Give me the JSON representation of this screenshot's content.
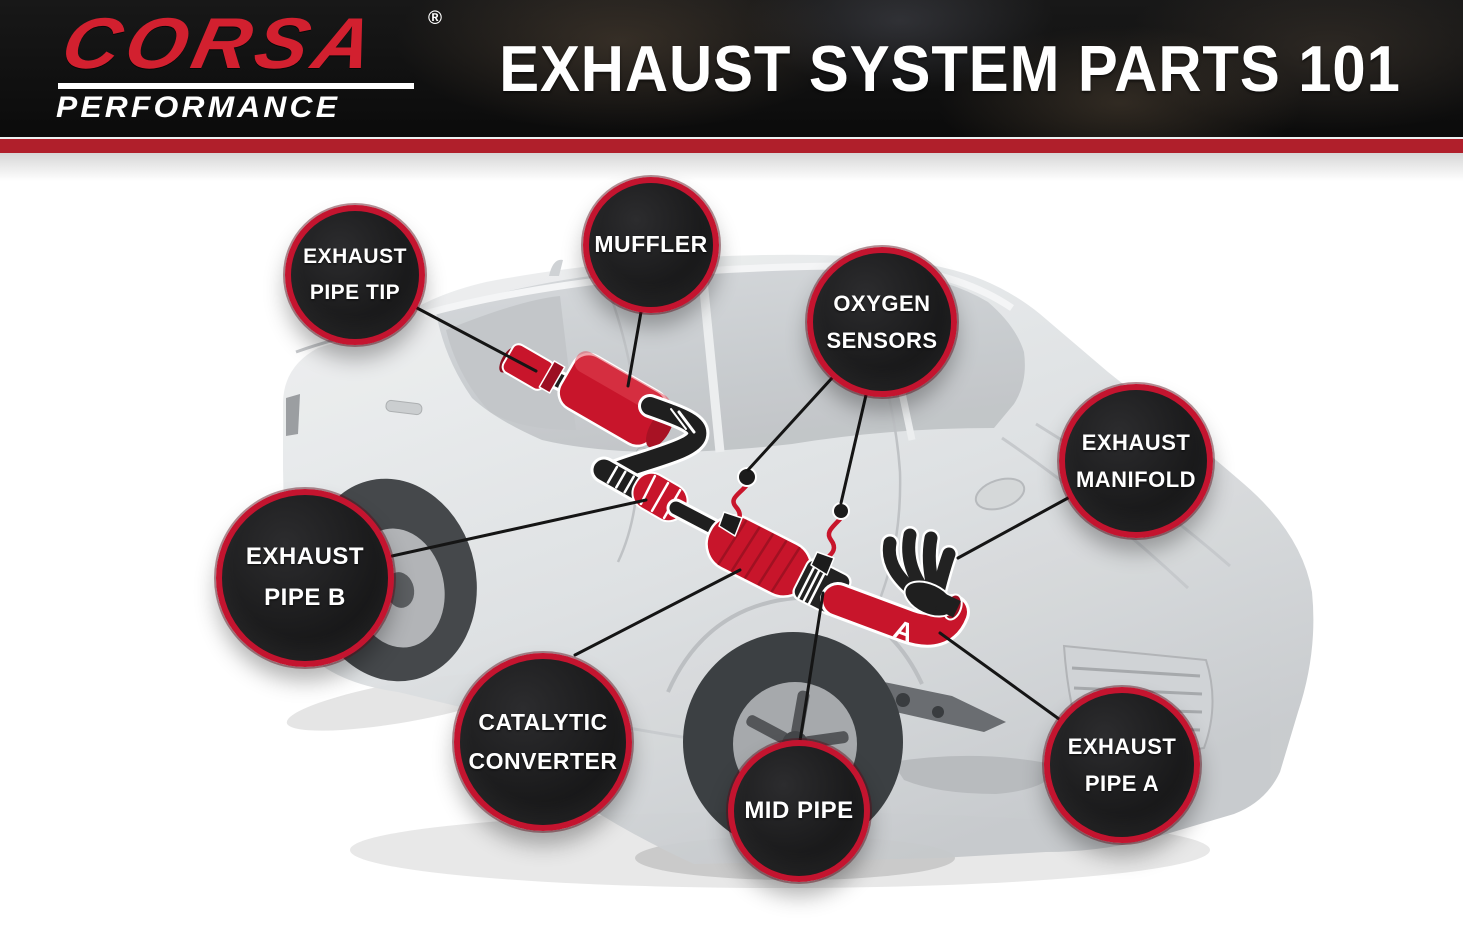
{
  "header": {
    "logo": {
      "brand": "CORSA",
      "registered": "®",
      "subtitle": "PERFORMANCE"
    },
    "title": "EXHAUST SYSTEM PARTS 101"
  },
  "colors": {
    "brand_red": "#d2202f",
    "stripe_red": "#b01f2b",
    "badge_ring_red": "#c4142f",
    "badge_fill": "#1b1b1b",
    "exhaust_red": "#c8152b",
    "pipe_black": "#1f1f1f",
    "car_silver": "#d9dcde",
    "header_background": "#111111",
    "background": "#ffffff"
  },
  "diagram": {
    "part_marking_a": "A",
    "badges": [
      {
        "id": "exhaust-pipe-tip",
        "line1": "EXHAUST",
        "line2": "PIPE TIP"
      },
      {
        "id": "muffler",
        "line1": "MUFFLER"
      },
      {
        "id": "oxygen-sensors",
        "line1": "OXYGEN",
        "line2": "SENSORS"
      },
      {
        "id": "exhaust-manifold",
        "line1": "EXHAUST",
        "line2": "MANIFOLD"
      },
      {
        "id": "exhaust-pipe-b",
        "line1": "EXHAUST",
        "line2": "PIPE B"
      },
      {
        "id": "catalytic-converter",
        "line1": "CATALYTIC",
        "line2": "CONVERTER"
      },
      {
        "id": "mid-pipe",
        "line1": "MID PIPE"
      },
      {
        "id": "exhaust-pipe-a",
        "line1": "EXHAUST",
        "line2": "PIPE A"
      }
    ]
  }
}
